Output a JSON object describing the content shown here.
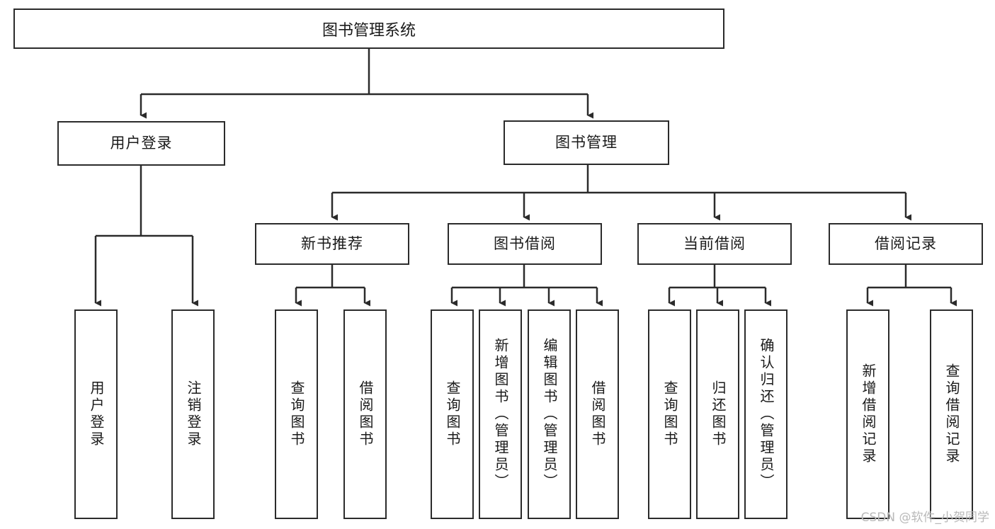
{
  "diagram": {
    "title": "图书管理系统",
    "watermark": "CSDN @软件_小贺同学",
    "colors": {
      "border": "#2b2b2b",
      "text": "#1a1a1a",
      "background": "#ffffff",
      "connector": "#2b2b2b",
      "watermark": "#b9b9b9"
    },
    "root": {
      "label": "图书管理系统"
    },
    "level2": [
      {
        "label": "用户登录"
      },
      {
        "label": "图书管理"
      }
    ],
    "level3": [
      {
        "label": "新书推荐"
      },
      {
        "label": "图书借阅"
      },
      {
        "label": "当前借阅"
      },
      {
        "label": "借阅记录"
      }
    ],
    "leaves": {
      "user_login": [
        {
          "label": "用户登录"
        },
        {
          "label": "注销登录"
        }
      ],
      "new_book_recommend": [
        {
          "label": "查询图书"
        },
        {
          "label": "借阅图书"
        }
      ],
      "book_borrow": [
        {
          "label": "查询图书"
        },
        {
          "label": "新增图书（管理员）"
        },
        {
          "label": "编辑图书（管理员）"
        },
        {
          "label": "借阅图书"
        }
      ],
      "current_borrow": [
        {
          "label": "查询图书"
        },
        {
          "label": "归还图书"
        },
        {
          "label": "确认归还（管理员）"
        }
      ],
      "borrow_record": [
        {
          "label": "新增借阅记录"
        },
        {
          "label": "查询借阅记录"
        }
      ]
    }
  }
}
